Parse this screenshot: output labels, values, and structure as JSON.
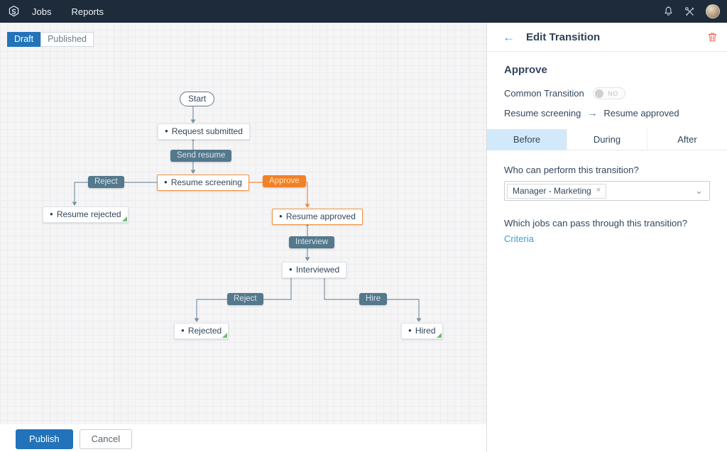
{
  "colors": {
    "navbar_bg": "#1d2b3b",
    "accent_blue": "#2273ba",
    "selection_orange": "#f28026",
    "transition_slate": "#54788c",
    "link_blue": "#3b9fd8",
    "end_flag_green": "#6cb96e",
    "delete_red": "#e9594c",
    "active_tab_bg": "#d2e9fb"
  },
  "icons": {
    "bullet": "●",
    "back_arrow": "←",
    "arrow_right": "→",
    "close": "×",
    "chevron_down": "⌄"
  },
  "navbar": {
    "items": [
      {
        "label": "Jobs"
      },
      {
        "label": "Reports"
      }
    ]
  },
  "canvas": {
    "mode_tabs": [
      {
        "label": "Draft",
        "active": true
      },
      {
        "label": "Published",
        "active": false
      }
    ],
    "footer": {
      "publish_label": "Publish",
      "cancel_label": "Cancel"
    }
  },
  "flowchart": {
    "nodes": [
      {
        "id": "start",
        "type": "start",
        "label": "Start"
      },
      {
        "id": "request-submitted",
        "type": "state",
        "label": "Request submitted"
      },
      {
        "id": "send-resume",
        "type": "transition",
        "label": "Send resume"
      },
      {
        "id": "resume-screening",
        "type": "state",
        "label": "Resume screening",
        "highlighted": true
      },
      {
        "id": "reject-1",
        "type": "transition",
        "label": "Reject"
      },
      {
        "id": "resume-rejected",
        "type": "state",
        "label": "Resume rejected",
        "end": true
      },
      {
        "id": "approve",
        "type": "transition",
        "label": "Approve",
        "selected": true
      },
      {
        "id": "resume-approved",
        "type": "state",
        "label": "Resume approved",
        "highlighted": true
      },
      {
        "id": "interview",
        "type": "transition",
        "label": "Interview"
      },
      {
        "id": "interviewed",
        "type": "state",
        "label": "Interviewed"
      },
      {
        "id": "reject-2",
        "type": "transition",
        "label": "Reject"
      },
      {
        "id": "hire",
        "type": "transition",
        "label": "Hire"
      },
      {
        "id": "rejected",
        "type": "state",
        "label": "Rejected",
        "end": true
      },
      {
        "id": "hired",
        "type": "state",
        "label": "Hired",
        "end": true
      }
    ]
  },
  "panel": {
    "title": "Edit Transition",
    "transition_name": "Approve",
    "common_transition_label": "Common Transition",
    "common_transition_value": "NO",
    "from_state": "Resume screening",
    "to_state": "Resume approved",
    "tabs": [
      {
        "label": "Before",
        "active": true
      },
      {
        "label": "During",
        "active": false
      },
      {
        "label": "After",
        "active": false
      }
    ],
    "before_tab": {
      "performers_question": "Who can perform this transition?",
      "selected_performers": [
        {
          "label": "Manager - Marketing"
        }
      ],
      "jobs_question": "Which jobs can pass through this transition?",
      "criteria_label": "Criteria"
    }
  }
}
